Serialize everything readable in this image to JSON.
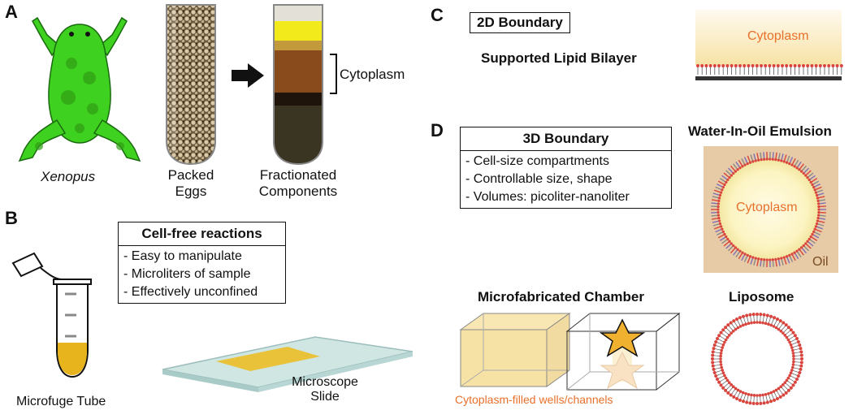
{
  "panels": {
    "a": {
      "label": "A",
      "organism": "Xenopus",
      "tube1_label": [
        "Packed",
        "Eggs"
      ],
      "tube2_label": [
        "Fractionated",
        "Components"
      ],
      "bracket_label": "Cytoplasm"
    },
    "b": {
      "label": "B",
      "box_title": "Cell-free reactions",
      "box_items": [
        "Easy to manipulate",
        "Microliters of sample",
        "Effectively unconfined"
      ],
      "tube_label": "Microfuge Tube",
      "slide_label": [
        "Microscope",
        "Slide"
      ]
    },
    "c": {
      "label": "C",
      "box_title": "2D Boundary",
      "subtitle": "Supported Lipid Bilayer",
      "cytoplasm_label": "Cytoplasm"
    },
    "d": {
      "label": "D",
      "box_title": "3D Boundary",
      "box_items": [
        "Cell-size compartments",
        "Controllable size, shape",
        "Volumes: picoliter-nanoliter"
      ],
      "emulsion_title": "Water-In-Oil Emulsion",
      "emulsion_cytoplasm": "Cytoplasm",
      "emulsion_oil": "Oil",
      "chamber_title": "Microfabricated Chamber",
      "chamber_caption": "Cytoplasm-filled wells/channels",
      "liposome_title": "Liposome"
    }
  },
  "colors": {
    "frog": "#3fd11f",
    "cytoplasm_text": "#e8702a",
    "cytoplasm_fill": "#f7e3a6",
    "oil_bg": "#e6cba6",
    "lipid_head": "#d9443c",
    "sample_yellow": "#f0c228"
  }
}
